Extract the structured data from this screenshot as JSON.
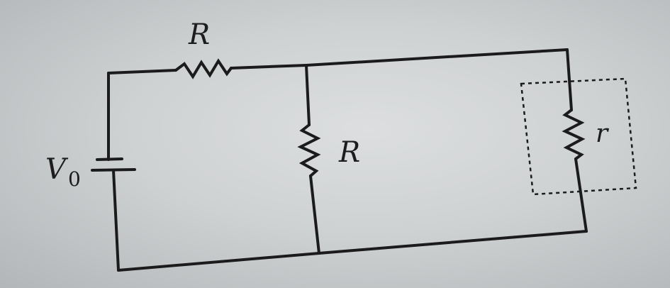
{
  "circuit": {
    "labels": {
      "source": "V",
      "source_sub": "0",
      "top_resistor": "R",
      "middle_resistor": "R",
      "right_resistor": "r"
    }
  },
  "colors": {
    "ink": "#1b1b1b",
    "paper": "#d6d8d9"
  }
}
